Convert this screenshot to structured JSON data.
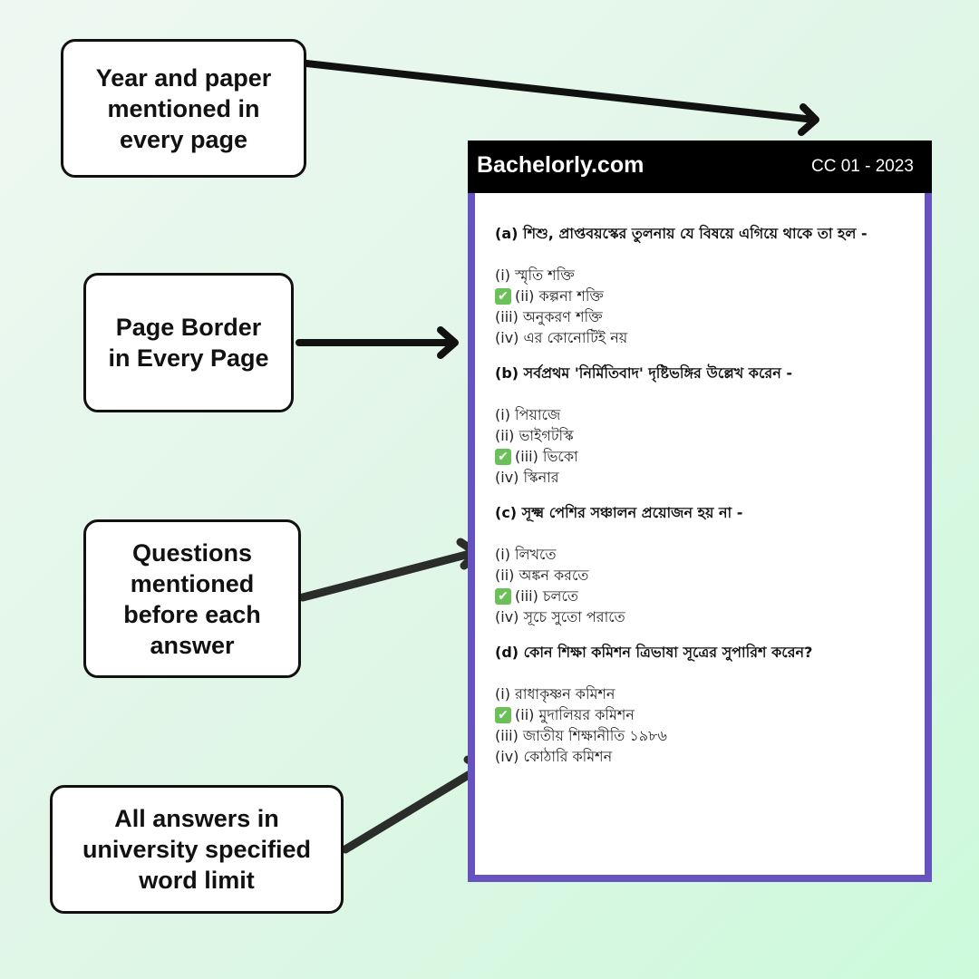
{
  "callouts": [
    {
      "text": "Year and paper\nmentioned in\nevery page"
    },
    {
      "text": "Page Border\nin Every Page"
    },
    {
      "text": "Questions\nmentioned\nbefore each\nanswer"
    },
    {
      "text": "All answers in\nuniversity specified\nword limit"
    }
  ],
  "page": {
    "site_name": "Bachelorly.com",
    "paper_code": "CC 01 - 2023",
    "border_color": "#6653bf",
    "check_icon": "check-mark-icon",
    "questions": [
      {
        "question": "(a) শিশু, প্রাপ্তবয়স্কের তুলনায় যে বিষয়ে এগিয়ে থাকে তা হল -",
        "options": [
          {
            "label": "(i) স্মৃতি শক্তি",
            "correct": false
          },
          {
            "label": "(ii) কল্পনা শক্তি",
            "correct": true
          },
          {
            "label": "(iii) অনুকরণ শক্তি",
            "correct": false
          },
          {
            "label": "(iv) এর কোনোটিই নয়",
            "correct": false
          }
        ]
      },
      {
        "question": "(b) সর্বপ্রথম 'নির্মিতিবাদ' দৃষ্টিভঙ্গির উল্লেখ করেন -",
        "options": [
          {
            "label": "(i) পিয়াজে",
            "correct": false
          },
          {
            "label": "(ii) ভাইগটস্কি",
            "correct": false
          },
          {
            "label": "(iii) ভিকো",
            "correct": true
          },
          {
            "label": "(iv) স্কিনার",
            "correct": false
          }
        ]
      },
      {
        "question": "(c) সূক্ষ্ম পেশির সঞ্চালন প্রয়োজন হয় না -",
        "options": [
          {
            "label": "(i) লিখতে",
            "correct": false
          },
          {
            "label": "(ii) অঙ্কন করতে",
            "correct": false
          },
          {
            "label": "(iii) চলতে",
            "correct": true
          },
          {
            "label": "(iv) সূচে সুতো পরাতে",
            "correct": false
          }
        ]
      },
      {
        "question": "(d) কোন শিক্ষা কমিশন ত্রিভাষা সূত্রের সুপারিশ করেন?",
        "options": [
          {
            "label": "(i) রাধাকৃষ্ণন কমিশন",
            "correct": false
          },
          {
            "label": "(ii) মুদালিয়র কমিশন",
            "correct": true
          },
          {
            "label": "(iii) জাতীয় শিক্ষানীতি ১৯৮৬",
            "correct": false
          },
          {
            "label": "(iv) কোঠারি কমিশন",
            "correct": false
          }
        ]
      }
    ]
  }
}
